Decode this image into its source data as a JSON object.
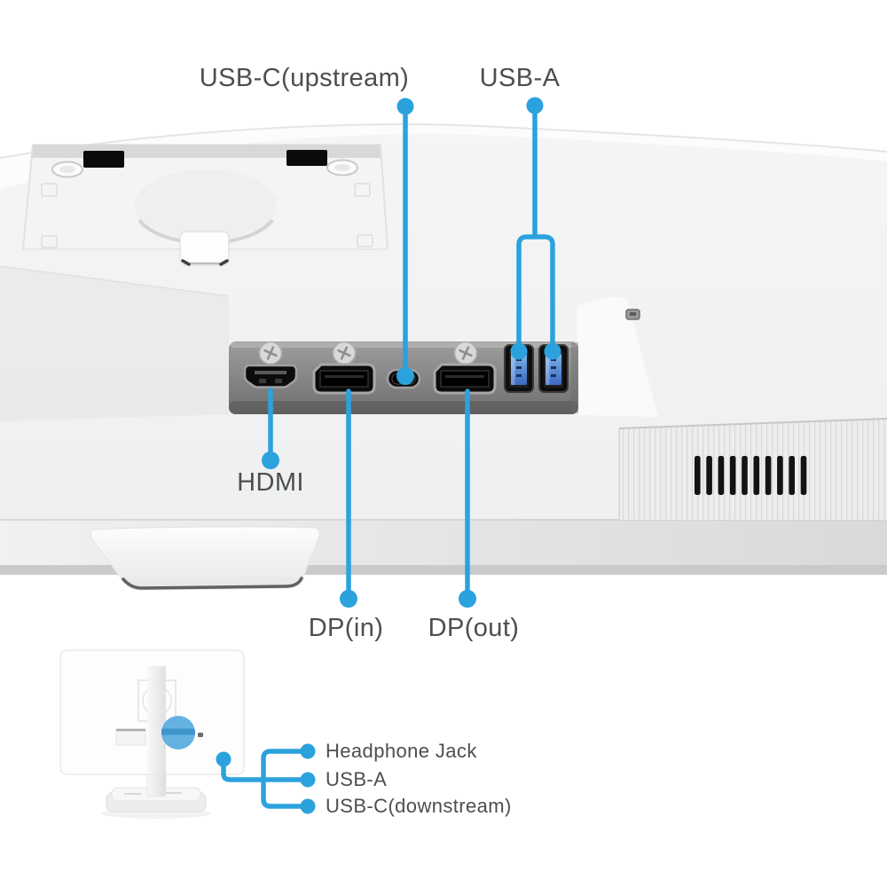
{
  "figure": {
    "type": "monitor-rear-ports-diagram",
    "views": {
      "main": "rear-bottom close-up of monitor connector panel",
      "inset": "rear view of monitor on stand highlighting side ports"
    }
  },
  "colors": {
    "callout_blue": "#2ba2dd",
    "highlight_circle_blue": "#56abdf",
    "label_text": "#4c4e50",
    "port_panel_gray": "#8d8d8d",
    "usb_port_blue": "#3a69c2",
    "background": "#ffffff"
  },
  "rear_ports": {
    "usb_c_upstream": "USB-C(upstream)",
    "usb_a": "USB-A",
    "hdmi": "HDMI",
    "dp_in": "DP(in)",
    "dp_out": "DP(out)"
  },
  "side_ports": {
    "items": [
      {
        "label": "Headphone Jack"
      },
      {
        "label": "USB-A"
      },
      {
        "label": "USB-C(downstream)"
      }
    ]
  }
}
